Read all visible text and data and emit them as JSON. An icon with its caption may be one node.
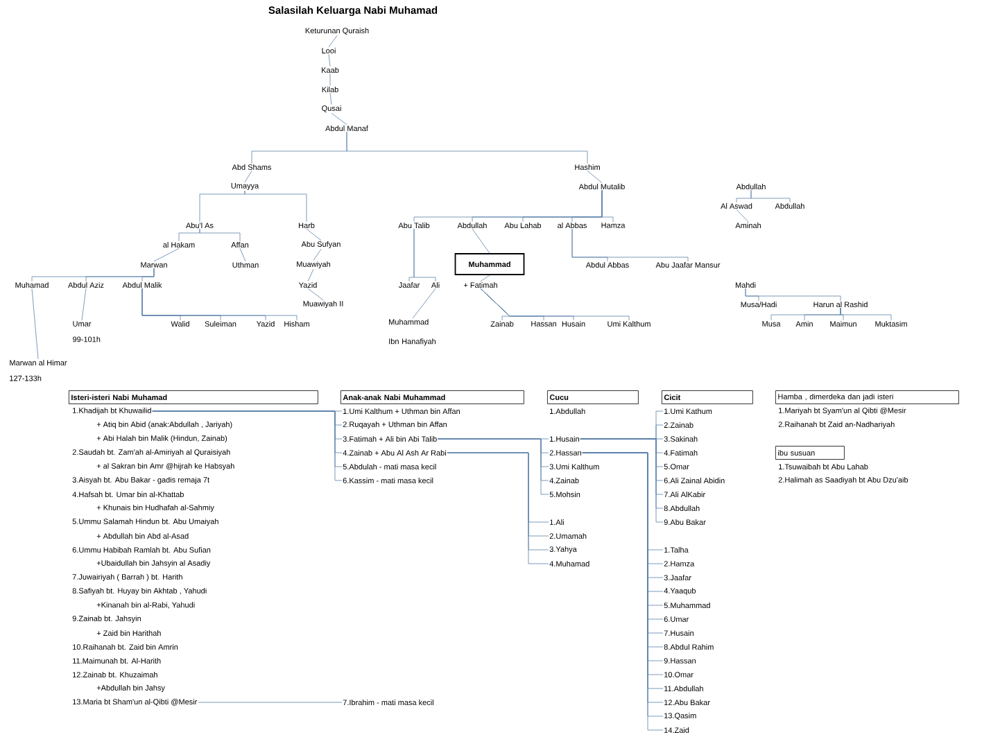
{
  "diagram": {
    "title": "Salasilah Keluarga Nabi Muhamad",
    "nodes": [
      {
        "text": [
          "Keturunan Quraish"
        ]
      },
      {
        "text": [
          "Looi"
        ]
      },
      {
        "text": [
          "Kaab"
        ]
      },
      {
        "text": [
          "Kilab"
        ]
      },
      {
        "text": [
          "Qusai"
        ]
      },
      {
        "text": [
          "Abdul Manaf"
        ]
      },
      {
        "text": [
          "Abd Shams"
        ]
      },
      {
        "text": [
          "Hashim"
        ]
      },
      {
        "text": [
          "Umayya"
        ]
      },
      {
        "text": [
          "Abdul Mutalib"
        ]
      },
      {
        "text": [
          "Abu'l As"
        ]
      },
      {
        "text": [
          "Harb"
        ]
      },
      {
        "text": [
          "al Hakam"
        ]
      },
      {
        "text": [
          "Affan"
        ]
      },
      {
        "text": [
          "Abu Sufyan"
        ]
      },
      {
        "text": [
          "Marwan"
        ]
      },
      {
        "text": [
          "Uthman"
        ]
      },
      {
        "text": [
          "Muawiyah"
        ]
      },
      {
        "text": [
          "Muhamad"
        ]
      },
      {
        "text": [
          "Abdul Aziz"
        ]
      },
      {
        "text": [
          "Abdul Malik"
        ]
      },
      {
        "text": [
          "Yazid"
        ]
      },
      {
        "text": [
          "Umar"
        ],
        "beside": [
          "99-101h"
        ]
      },
      {
        "text": [
          "Muawiyah II"
        ]
      },
      {
        "text": [
          "Walid"
        ]
      },
      {
        "text": [
          "Suleiman"
        ]
      },
      {
        "text": [
          "Yazid"
        ]
      },
      {
        "text": [
          "Hisham"
        ]
      },
      {
        "text": [
          "Marwan al Himar"
        ],
        "beside": [
          "127-133h"
        ]
      },
      {
        "text": [
          "Abu Talib"
        ]
      },
      {
        "text": [
          "Abdullah"
        ]
      },
      {
        "text": [
          "Abu Lahab"
        ]
      },
      {
        "text": [
          "al Abbas"
        ]
      },
      {
        "text": [
          "Hamza"
        ]
      },
      {
        "text": [
          "Muhammad"
        ]
      },
      {
        "text": [
          "Jaafar"
        ]
      },
      {
        "text": [
          "Ali"
        ]
      },
      {
        "text": [
          "+ Fatimah"
        ]
      },
      {
        "text": [
          "Abdul Abbas"
        ]
      },
      {
        "text": [
          "Abu Jaafar Mansur"
        ]
      },
      {
        "text": [
          "Muhammad Ibn Hanafiyah"
        ]
      },
      {
        "text": [
          "Zainab"
        ]
      },
      {
        "text": [
          "Hassan"
        ]
      },
      {
        "text": [
          "Husain"
        ]
      },
      {
        "text": [
          "Umi Kalthum"
        ]
      },
      {
        "text": [
          "Abdullah"
        ]
      },
      {
        "text": [
          "Al Aswad"
        ]
      },
      {
        "text": [
          "Abdullah"
        ]
      },
      {
        "text": [
          "Aminah"
        ]
      },
      {
        "text": [
          "Mahdi"
        ]
      },
      {
        "text": [
          "Musa/Hadi"
        ]
      },
      {
        "text": [
          "Harun al Rashid"
        ]
      },
      {
        "text": [
          "Musa"
        ]
      },
      {
        "text": [
          "Amin"
        ]
      },
      {
        "text": [
          "Maimun"
        ]
      },
      {
        "text": [
          "Muktasim"
        ]
      },
      {
        "text": [
          "Isteri-isteri Nabi Muhamad"
        ]
      },
      {
        "text": [
          "1.Khadijah bt Khuwailid"
        ]
      },
      {
        "text": [
          "+ Atiq bin Abid (anak:Abdullah , Jariyah)"
        ]
      },
      {
        "text": [
          "+ Abi Halah bin Malik (Hindun, Zainab)"
        ]
      },
      {
        "text": [
          "2.Saudah bt. Zam'ah al-Amiriyah al Quraisiyah"
        ]
      },
      {
        "text": [
          "+ al Sakran bin Amr @hijrah ke Habsyah"
        ]
      },
      {
        "text": [
          "3.Aisyah bt. Abu Bakar - gadis remaja 7t"
        ]
      },
      {
        "text": [
          "4.Hafsah bt. Umar bin al-Khattab"
        ]
      },
      {
        "text": [
          "+ Khunais bin Hudhafah al-Sahmiy"
        ]
      },
      {
        "text": [
          "5.Ummu Salamah Hindun bt. Abu Umaiyah"
        ]
      },
      {
        "text": [
          "+ Abdullah bin Abd al-Asad"
        ]
      },
      {
        "text": [
          "6.Ummu Habibah Ramlah bt. Abu Sufian"
        ]
      },
      {
        "text": [
          "+Ubaidullah bin Jahsyin al Asadiy"
        ]
      },
      {
        "text": [
          "7.Juwairiyah ( Barrah ) bt. Harith"
        ]
      },
      {
        "text": [
          "8.Safiyah bt. Huyay bin Akhtab , Yahudi"
        ]
      },
      {
        "text": [
          "+Kinanah bin al-Rabi, Yahudi"
        ]
      },
      {
        "text": [
          "9.Zainab bt. Jahsyin"
        ]
      },
      {
        "text": [
          "+ Zaid bin Harithah"
        ]
      },
      {
        "text": [
          "10.Raihanah bt. Zaid bin Amrin"
        ]
      },
      {
        "text": [
          "11.Maimunah bt. Al-Harith"
        ]
      },
      {
        "text": [
          "12.Zainab bt. Khuzaimah"
        ]
      },
      {
        "text": [
          "+Abdullah bin Jahsy"
        ]
      },
      {
        "text": [
          "13.Maria bt Sham'un al-Qibti @Mesir"
        ]
      },
      {
        "text": [
          "Anak-anak Nabi Muhammad"
        ]
      },
      {
        "text": [
          "1.Umi Kalthum + Uthman bin Affan"
        ]
      },
      {
        "text": [
          "2.Ruqayah + Uthman bin Affan"
        ]
      },
      {
        "text": [
          "3.Fatimah + Ali bin Abi Talib"
        ]
      },
      {
        "text": [
          "4.Zainab + Abu Al Ash Ar Rabi"
        ]
      },
      {
        "text": [
          "5.Abdulah - mati masa kecil"
        ]
      },
      {
        "text": [
          "6.Kassim - mati masa kecil"
        ]
      },
      {
        "text": [
          "7.Ibrahim - mati masa kecil"
        ]
      },
      {
        "text": [
          "Cucu"
        ]
      },
      {
        "text": [
          "1.Abdullah"
        ]
      },
      {
        "text": [
          "1.Husain"
        ]
      },
      {
        "text": [
          "2.Hassan"
        ]
      },
      {
        "text": [
          "3.Umi Kalthum"
        ]
      },
      {
        "text": [
          "4.Zainab"
        ]
      },
      {
        "text": [
          "5.Mohsin"
        ]
      },
      {
        "text": [
          "1.Ali"
        ]
      },
      {
        "text": [
          "2.Umamah"
        ]
      },
      {
        "text": [
          "3.Yahya"
        ]
      },
      {
        "text": [
          "4.Muhamad"
        ]
      },
      {
        "text": [
          "Cicit"
        ]
      },
      {
        "text": [
          "1.Umi Kathum"
        ]
      },
      {
        "text": [
          "2.Zainab"
        ]
      },
      {
        "text": [
          "3.Sakinah"
        ]
      },
      {
        "text": [
          "4.Fatimah"
        ]
      },
      {
        "text": [
          "5.Omar"
        ]
      },
      {
        "text": [
          "6.Ali Zainal Abidin"
        ]
      },
      {
        "text": [
          "7.Ali AlKabir"
        ]
      },
      {
        "text": [
          "8.Abdullah"
        ]
      },
      {
        "text": [
          "9.Abu Bakar"
        ]
      },
      {
        "text": [
          "1.Talha"
        ]
      },
      {
        "text": [
          "2.Hamza"
        ]
      },
      {
        "text": [
          "3.Jaafar"
        ]
      },
      {
        "text": [
          "4.Yaaqub"
        ]
      },
      {
        "text": [
          "5.Muhammad"
        ]
      },
      {
        "text": [
          "6.Umar"
        ]
      },
      {
        "text": [
          "7.Husain"
        ]
      },
      {
        "text": [
          "8.Abdul Rahim"
        ]
      },
      {
        "text": [
          "9.Hassan"
        ]
      },
      {
        "text": [
          "10.Omar"
        ]
      },
      {
        "text": [
          "11.Abdullah"
        ]
      },
      {
        "text": [
          "12.Abu Bakar"
        ]
      },
      {
        "text": [
          "13.Qasim"
        ]
      },
      {
        "text": [
          "14.Zaid"
        ]
      },
      {
        "text": [
          "Hamba , dimerdeka dan jadi isteri"
        ]
      },
      {
        "text": [
          "1.Mariyah bt Syam'un al Qibti @Mesir"
        ]
      },
      {
        "text": [
          "2.Raihanah bt Zaid an-Nadhariyah"
        ]
      },
      {
        "text": [
          "ibu susuan"
        ]
      },
      {
        "text": [
          "1.Tsuwaibah bt Abu Lahab"
        ]
      },
      {
        "text": [
          "2.Halimah as Saadiyah bt Abu Dzu'aib"
        ]
      }
    ],
    "edges": [
      {
        "from": 0,
        "to": 1,
        "arrow": "none"
      },
      {
        "from": 1,
        "to": 2,
        "arrow": "none"
      },
      {
        "from": 2,
        "to": 3,
        "arrow": "none"
      },
      {
        "from": 3,
        "to": 4,
        "arrow": "none"
      },
      {
        "from": 4,
        "to": 5,
        "arrow": "none"
      },
      {
        "from": 5,
        "to": 6,
        "arrow": "none"
      },
      {
        "from": 5,
        "to": 7,
        "arrow": "none"
      },
      {
        "from": 6,
        "to": 8,
        "arrow": "none"
      },
      {
        "from": 7,
        "to": 9,
        "arrow": "none"
      },
      {
        "from": 8,
        "to": 10,
        "arrow": "none"
      },
      {
        "from": 8,
        "to": 11,
        "arrow": "none"
      },
      {
        "from": 10,
        "to": 12,
        "arrow": "none"
      },
      {
        "from": 10,
        "to": 13,
        "arrow": "none"
      },
      {
        "from": 11,
        "to": 14,
        "arrow": "none"
      },
      {
        "from": 14,
        "to": 17,
        "arrow": "none"
      },
      {
        "from": 17,
        "to": 21,
        "arrow": "none"
      },
      {
        "from": 21,
        "to": 23,
        "arrow": "none"
      },
      {
        "from": 12,
        "to": 15,
        "arrow": "none"
      },
      {
        "from": 13,
        "to": 16,
        "arrow": "none"
      },
      {
        "from": 15,
        "to": 18,
        "arrow": "none"
      },
      {
        "from": 15,
        "to": 19,
        "arrow": "none"
      },
      {
        "from": 15,
        "to": 20,
        "arrow": "none"
      },
      {
        "from": 18,
        "to": 28,
        "arrow": "none"
      },
      {
        "from": 19,
        "to": 22,
        "arrow": "none"
      },
      {
        "from": 20,
        "to": 24,
        "arrow": "none"
      },
      {
        "from": 20,
        "to": 25,
        "arrow": "none"
      },
      {
        "from": 20,
        "to": 26,
        "arrow": "none"
      },
      {
        "from": 20,
        "to": 27,
        "arrow": "none"
      },
      {
        "from": 9,
        "to": 29,
        "arrow": "none"
      },
      {
        "from": 9,
        "to": 30,
        "arrow": "none"
      },
      {
        "from": 9,
        "to": 31,
        "arrow": "none"
      },
      {
        "from": 9,
        "to": 32,
        "arrow": "none"
      },
      {
        "from": 9,
        "to": 33,
        "arrow": "none"
      },
      {
        "from": 30,
        "to": 34,
        "arrow": "none"
      },
      {
        "from": 29,
        "to": 35,
        "arrow": "none"
      },
      {
        "from": 29,
        "to": 36,
        "arrow": "none"
      },
      {
        "from": 36,
        "to": 40,
        "arrow": "none"
      },
      {
        "from": 34,
        "to": 37,
        "arrow": "none"
      },
      {
        "from": 37,
        "to": 41,
        "arrow": "none"
      },
      {
        "from": 37,
        "to": 42,
        "arrow": "none"
      },
      {
        "from": 37,
        "to": 43,
        "arrow": "none"
      },
      {
        "from": 37,
        "to": 44,
        "arrow": "none"
      },
      {
        "from": 32,
        "to": 38,
        "arrow": "none"
      },
      {
        "from": 32,
        "to": 39,
        "arrow": "none"
      },
      {
        "from": 45,
        "to": 46,
        "arrow": "none"
      },
      {
        "from": 45,
        "to": 47,
        "arrow": "none"
      },
      {
        "from": 46,
        "to": 48,
        "arrow": "none"
      },
      {
        "from": 49,
        "to": 50,
        "arrow": "none"
      },
      {
        "from": 49,
        "to": 51,
        "arrow": "none"
      },
      {
        "from": 51,
        "to": 52,
        "arrow": "none"
      },
      {
        "from": 51,
        "to": 53,
        "arrow": "none"
      },
      {
        "from": 51,
        "to": 54,
        "arrow": "none"
      },
      {
        "from": 51,
        "to": 55,
        "arrow": "none"
      },
      {
        "from": 57,
        "to": 80,
        "arrow": "none"
      },
      {
        "from": 57,
        "to": 81,
        "arrow": "none"
      },
      {
        "from": 57,
        "to": 82,
        "arrow": "none"
      },
      {
        "from": 57,
        "to": 83,
        "arrow": "none"
      },
      {
        "from": 57,
        "to": 84,
        "arrow": "none"
      },
      {
        "from": 57,
        "to": 85,
        "arrow": "none"
      },
      {
        "from": 78,
        "to": 86,
        "arrow": "none"
      },
      {
        "from": 82,
        "to": 89,
        "arrow": "none"
      },
      {
        "from": 82,
        "to": 90,
        "arrow": "none"
      },
      {
        "from": 82,
        "to": 91,
        "arrow": "none"
      },
      {
        "from": 82,
        "to": 92,
        "arrow": "none"
      },
      {
        "from": 82,
        "to": 93,
        "arrow": "none"
      },
      {
        "from": 83,
        "to": 94,
        "arrow": "none"
      },
      {
        "from": 83,
        "to": 95,
        "arrow": "none"
      },
      {
        "from": 83,
        "to": 96,
        "arrow": "none"
      },
      {
        "from": 83,
        "to": 97,
        "arrow": "none"
      },
      {
        "from": 89,
        "to": 99,
        "arrow": "none"
      },
      {
        "from": 89,
        "to": 100,
        "arrow": "none"
      },
      {
        "from": 89,
        "to": 101,
        "arrow": "none"
      },
      {
        "from": 89,
        "to": 102,
        "arrow": "none"
      },
      {
        "from": 89,
        "to": 103,
        "arrow": "none"
      },
      {
        "from": 89,
        "to": 104,
        "arrow": "none"
      },
      {
        "from": 89,
        "to": 105,
        "arrow": "none"
      },
      {
        "from": 89,
        "to": 106,
        "arrow": "none"
      },
      {
        "from": 89,
        "to": 107,
        "arrow": "none"
      },
      {
        "from": 90,
        "to": 108,
        "arrow": "none"
      },
      {
        "from": 90,
        "to": 109,
        "arrow": "none"
      },
      {
        "from": 90,
        "to": 110,
        "arrow": "none"
      },
      {
        "from": 90,
        "to": 111,
        "arrow": "none"
      },
      {
        "from": 90,
        "to": 112,
        "arrow": "none"
      },
      {
        "from": 90,
        "to": 113,
        "arrow": "none"
      },
      {
        "from": 90,
        "to": 114,
        "arrow": "none"
      },
      {
        "from": 90,
        "to": 115,
        "arrow": "none"
      },
      {
        "from": 90,
        "to": 116,
        "arrow": "none"
      },
      {
        "from": 90,
        "to": 117,
        "arrow": "none"
      },
      {
        "from": 90,
        "to": 118,
        "arrow": "none"
      },
      {
        "from": 90,
        "to": 119,
        "arrow": "none"
      },
      {
        "from": 90,
        "to": 120,
        "arrow": "none"
      },
      {
        "from": 90,
        "to": 121,
        "arrow": "none"
      }
    ]
  }
}
